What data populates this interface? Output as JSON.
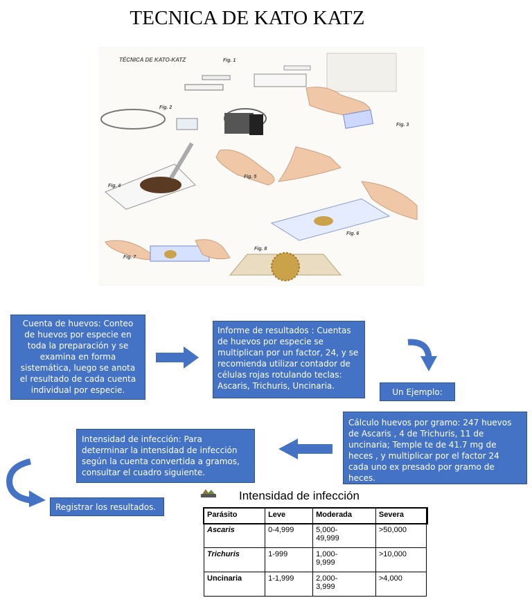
{
  "title": "TECNICA DE KATO KATZ",
  "figure": {
    "heading": "TÉCNICA DE KATO-KATZ",
    "labels": {
      "fig1": "Fig. 1",
      "fig2": "Fig. 2",
      "fig3": "Fig. 3",
      "fig4": "Fig. 4",
      "fig5": "Fig. 5",
      "fig6": "Fig. 6",
      "fig7": "Fig. 7",
      "fig8": "Fig. 8"
    }
  },
  "boxes": {
    "cuenta": "Cuenta de huevos: Conteo de huevos por especie en toda la preparación y se examina en forma sistemática, luego se anota el resultado de cada cuenta individual por especie.",
    "informe": "Informe de resultados : Cuentas de huevos por especie se multiplican por un factor, 24, y se recomienda utilizar contador de células rojas rotulando teclas: Ascaris, Trichuris, Uncinaria.",
    "ejemplo": "Un Ejemplo:",
    "calculo": "Cálculo huevos por gramo: 247 huevos de Ascaris , 4 de Trichuris, 11 de uncinaria; Temple te de 41.7 mg de heces , y multiplicar por el factor 24 cada uno ex presado por gramo de heces.",
    "intensidad": "Intensidad de infección: Para determinar la intensidad de infección según la cuenta convertida a gramos, consultar el cuadro siguiente.",
    "registrar": "Registrar los resultados."
  },
  "table": {
    "title": "Intensidad de infección",
    "headers": [
      "Parásito",
      "Leve",
      "Moderada",
      "Severa"
    ],
    "rows": [
      [
        "Ascaris",
        "0-4,999",
        "5,000-\n49,999",
        ">50,000"
      ],
      [
        "Trichuris",
        "1-999",
        "1,000-\n9,999",
        ">10,000"
      ],
      [
        "Uncinaria",
        "1-1,999",
        "2,000-\n3,999",
        ">4,000"
      ]
    ]
  },
  "colors": {
    "box": "#4472c4",
    "box_border": "#2f528f",
    "arrow": "#4472c4"
  }
}
